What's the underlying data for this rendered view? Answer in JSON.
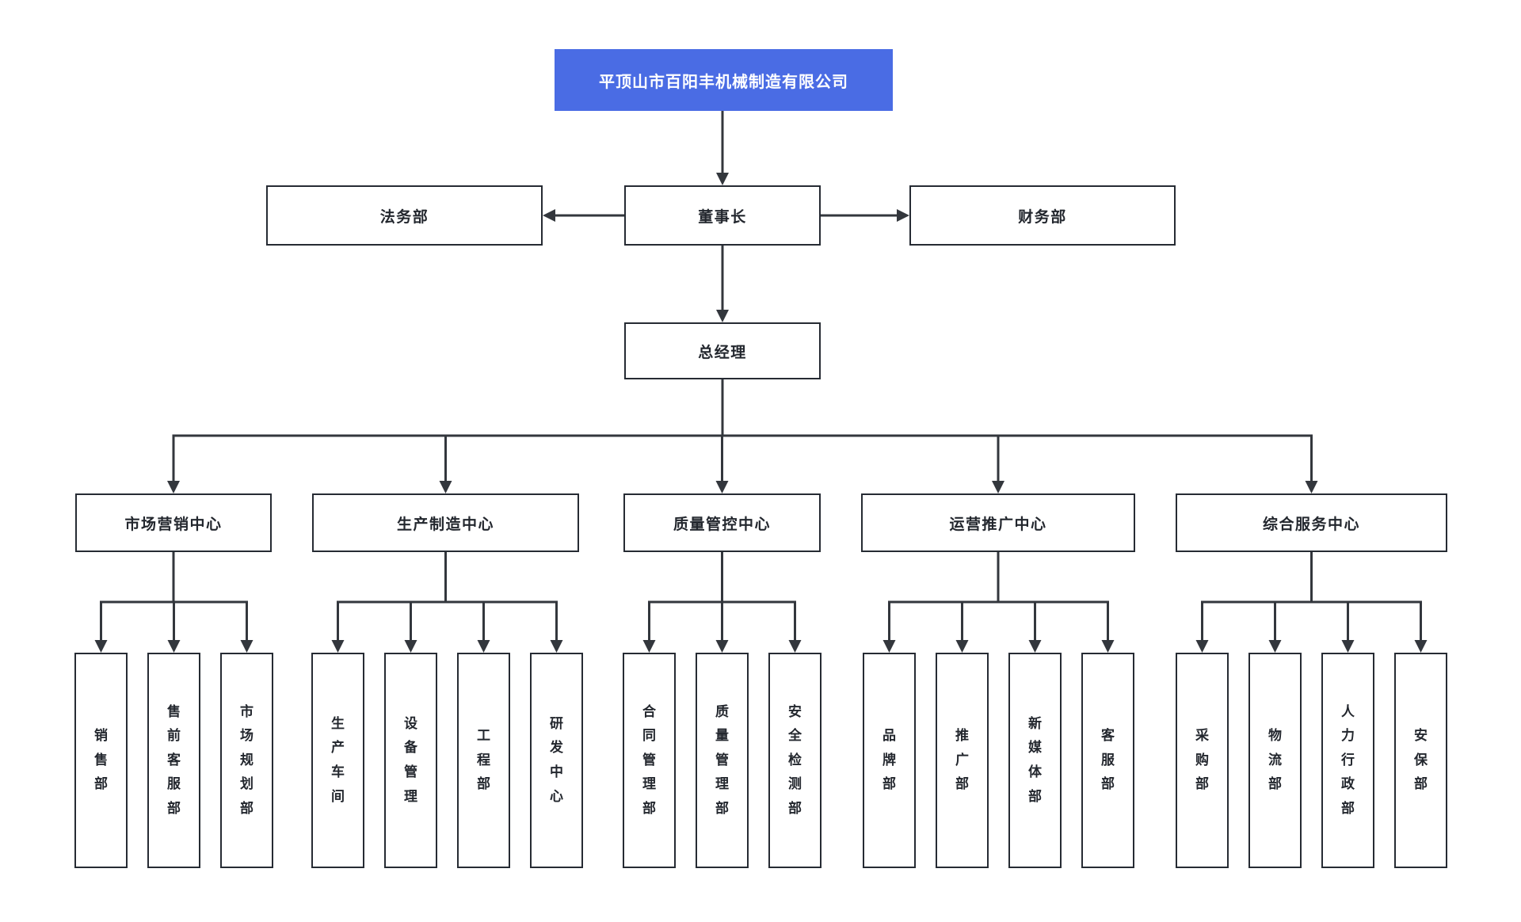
{
  "org": {
    "company": "平顶山市百阳丰机械制造有限公司",
    "chairman": "董事长",
    "chairman_reports": [
      "法务部",
      "财务部"
    ],
    "general_manager": "总经理",
    "centers": [
      {
        "name": "市场营销中心",
        "departments": [
          "销售部",
          "售前客服部",
          "市场规划部"
        ]
      },
      {
        "name": "生产制造中心",
        "departments": [
          "生产车间",
          "设备管理",
          "工程部",
          "研发中心"
        ]
      },
      {
        "name": "质量管控中心",
        "departments": [
          "合同管理部",
          "质量管理部",
          "安全检测部"
        ]
      },
      {
        "name": "运营推广中心",
        "departments": [
          "品牌部",
          "推广部",
          "新媒体部",
          "客服部"
        ]
      },
      {
        "name": "综合服务中心",
        "departments": [
          "采购部",
          "物流部",
          "人力行政部",
          "安保部"
        ]
      }
    ],
    "colors": {
      "company_bg": "#4a6ce4",
      "company_text": "#ffffff",
      "box_border": "#262b33",
      "line": "#33373d",
      "text": "#23272e",
      "canvas_bg": "#ffffff"
    }
  }
}
